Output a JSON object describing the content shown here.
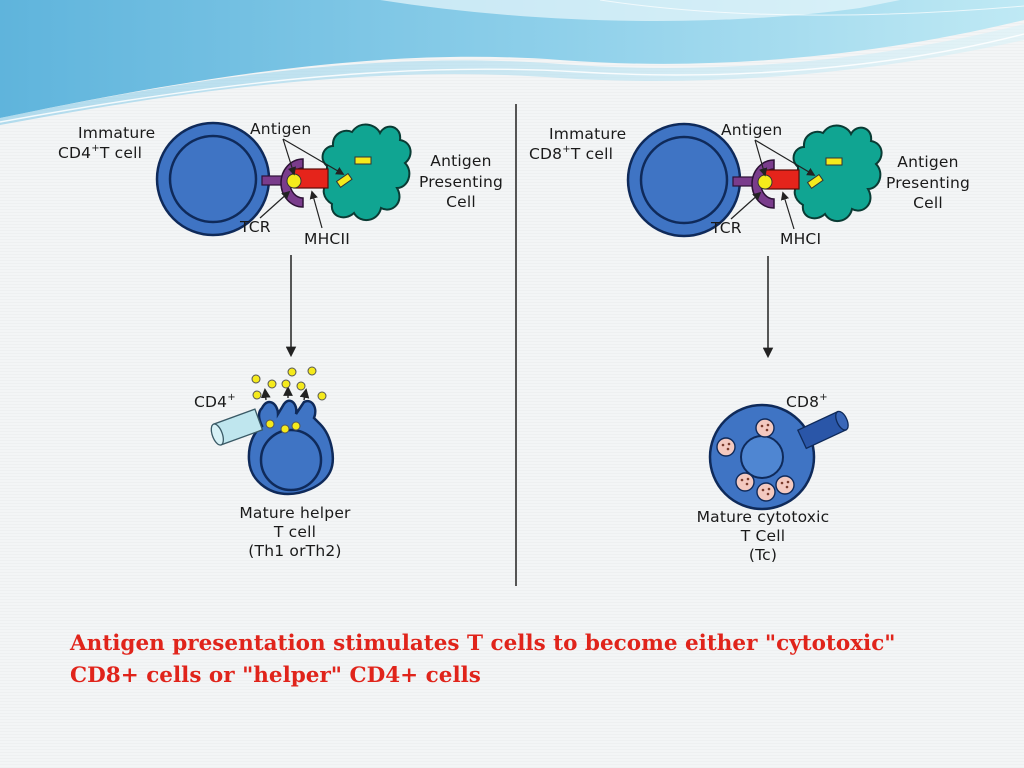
{
  "left_panel": {
    "immature_label_line1": "Immature",
    "immature_label_prefix": "CD4",
    "immature_label_sup": "+",
    "immature_label_suffix": "T cell",
    "antigen_label": "Antigen",
    "apc_label_line1": "Antigen",
    "apc_label_line2": "Presenting",
    "apc_label_line3": "Cell",
    "tcr_label": "TCR",
    "mhc_label": "MHCII",
    "marker_prefix": "CD4",
    "marker_sup": "+",
    "mature_line1": "Mature helper",
    "mature_line2": "T cell",
    "mature_line3": "(Th1 orTh2)"
  },
  "right_panel": {
    "immature_label_line1": "Immature",
    "immature_label_prefix": "CD8",
    "immature_label_sup": "+",
    "immature_label_suffix": "T cell",
    "antigen_label": "Antigen",
    "apc_label_line1": "Antigen",
    "apc_label_line2": "Presenting",
    "apc_label_line3": "Cell",
    "tcr_label": "TCR",
    "mhc_label": "MHCI",
    "marker_prefix": "CD8",
    "marker_sup": "+",
    "mature_line1": "Mature cytotoxic",
    "mature_line2": "T Cell",
    "mature_line3": "(Tc)"
  },
  "caption": {
    "line1": "Antigen presentation stimulates T cells to become either \"cytotoxic\"",
    "line2": "CD8+ cells or \"helper\" CD4+ cells"
  },
  "colors": {
    "cell_blue": "#3f74c4",
    "cell_outline": "#0f2a5a",
    "apc_teal": "#10a592",
    "tcr_purple": "#7a3c8c",
    "mhc_red": "#e5241b",
    "antigen_yellow": "#f5ea1c",
    "caption_red": "#e0241b",
    "cd4_receptor": "#bfe6ee",
    "cd8_receptor": "#2a56a8"
  }
}
